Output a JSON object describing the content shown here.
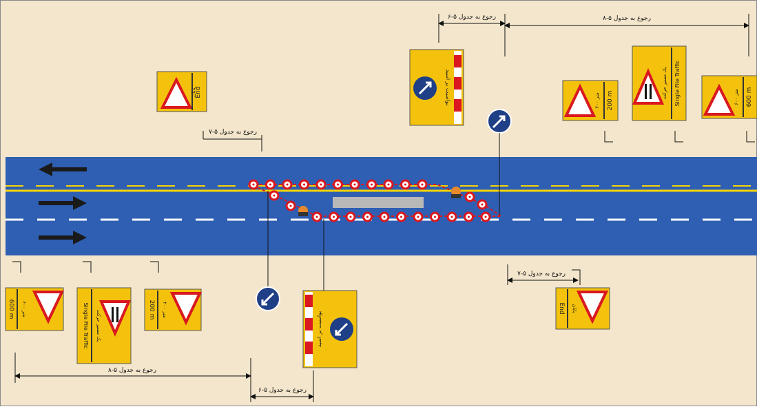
{
  "colors": {
    "background": "#f3e6cc",
    "road": "#2f5fb3",
    "lane_line": "#ffffff",
    "center_line": "#f6d400",
    "sign_yellow": "#f4c20d",
    "sign_blue": "#1f3f86",
    "cone_red": "#d9181f",
    "arrow": "#1a1a1a",
    "dimension_line": "#111111",
    "work_area": "#b8b8b8"
  },
  "references": {
    "table_5_6": "رجوع به جدول ۵-۶",
    "table_5_7": "رجوع به جدول ۵-۷",
    "table_5_8": "رجوع به جدول ۵-۸"
  },
  "signs": {
    "end_fa": "پایان",
    "end_en": "End",
    "distance_200_fa": "۲۰۰ متر",
    "distance_200_en": "200 m",
    "distance_600_fa": "۶۰۰ متر",
    "distance_600_en": "600 m",
    "single_file_fa": "یک مسیر حرکت",
    "single_file_en": "Single File Traffic",
    "pass_right_fa": "بواسیت بر اسید",
    "keep_direction_icon": "keep-right-arrow-icon",
    "roadwork_icon": "men-at-work-icon",
    "road_narrows_icon": "road-narrows-icon"
  },
  "icons": {
    "traffic_direction": "traffic-direction-arrow-icon",
    "flagger": "flagger-person-icon",
    "cone": "traffic-cone-icon"
  }
}
